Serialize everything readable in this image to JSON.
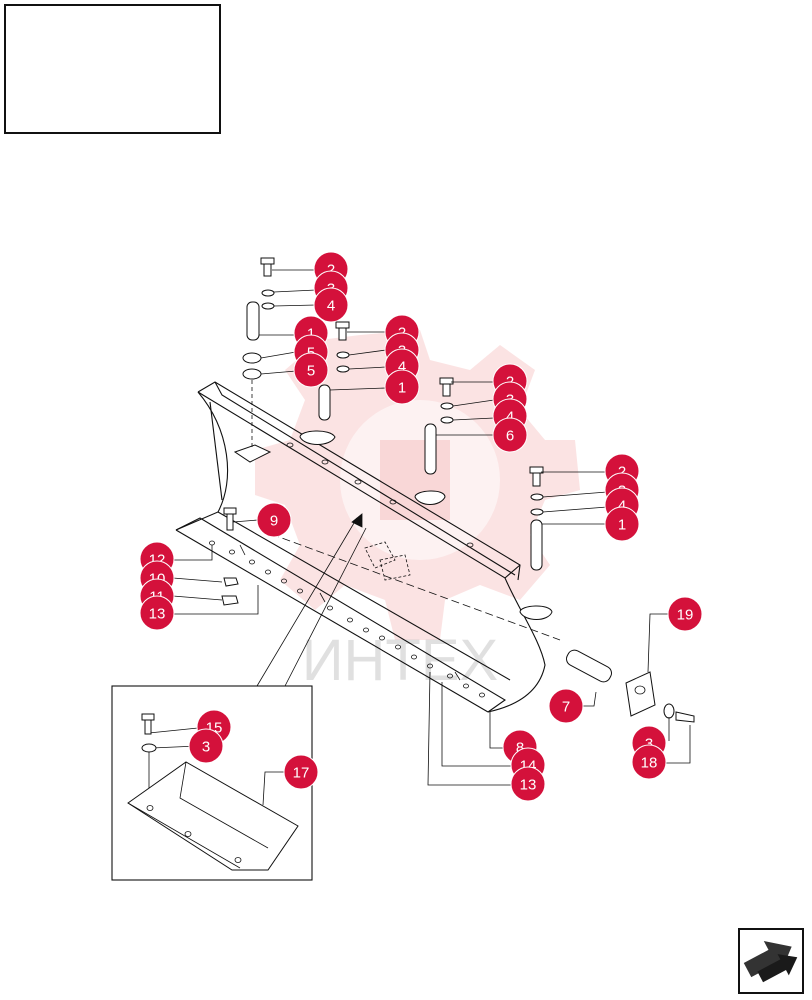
{
  "diagram": {
    "watermark_text": "ИНТЕХ",
    "detail_insert_part": "17",
    "callouts": [
      {
        "id": "c1",
        "label": "2"
      },
      {
        "id": "c2",
        "label": "3"
      },
      {
        "id": "c3",
        "label": "4"
      },
      {
        "id": "c4",
        "label": "1"
      },
      {
        "id": "c5",
        "label": "5"
      },
      {
        "id": "c6",
        "label": "5"
      },
      {
        "id": "c7",
        "label": "2"
      },
      {
        "id": "c8",
        "label": "3"
      },
      {
        "id": "c9",
        "label": "4"
      },
      {
        "id": "c10",
        "label": "1"
      },
      {
        "id": "c11",
        "label": "2"
      },
      {
        "id": "c12",
        "label": "3"
      },
      {
        "id": "c13",
        "label": "4"
      },
      {
        "id": "c14",
        "label": "6"
      },
      {
        "id": "c15",
        "label": "2"
      },
      {
        "id": "c16",
        "label": "3"
      },
      {
        "id": "c17",
        "label": "4"
      },
      {
        "id": "c18",
        "label": "1"
      },
      {
        "id": "c19",
        "label": "9"
      },
      {
        "id": "c20",
        "label": "12"
      },
      {
        "id": "c21",
        "label": "10"
      },
      {
        "id": "c22",
        "label": "11"
      },
      {
        "id": "c23",
        "label": "13"
      },
      {
        "id": "c24",
        "label": "19"
      },
      {
        "id": "c25",
        "label": "7"
      },
      {
        "id": "c26",
        "label": "8"
      },
      {
        "id": "c27",
        "label": "14"
      },
      {
        "id": "c28",
        "label": "13"
      },
      {
        "id": "c29",
        "label": "3"
      },
      {
        "id": "c30",
        "label": "18"
      },
      {
        "id": "c31",
        "label": "15"
      },
      {
        "id": "c32",
        "label": "3"
      },
      {
        "id": "c33",
        "label": "17"
      }
    ]
  },
  "nav": {
    "icon": "next-page-arrow-icon"
  }
}
